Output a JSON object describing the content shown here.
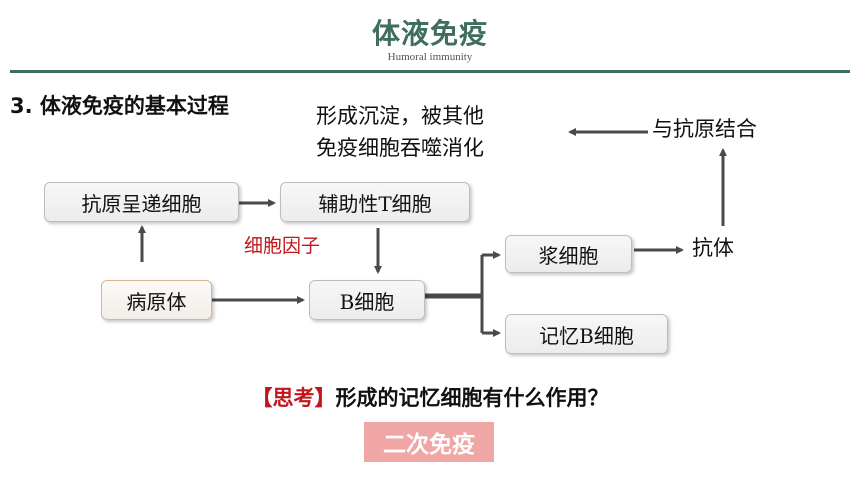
{
  "header": {
    "title": "体液免疫",
    "subtitle": "Humoral immunity"
  },
  "section_heading": "3. 体液免疫的基本过程",
  "diagram": {
    "note_line1": "形成沉淀，被其他",
    "note_line2": "免疫细胞吞噬消化",
    "combine_label": "与抗原结合",
    "apc": "抗原呈递细胞",
    "helper_t": "辅助性T细胞",
    "cytokine": "细胞因子",
    "pathogen": "病原体",
    "b_cell": "B细胞",
    "plasma_cell": "浆细胞",
    "memory_b": "记忆B细胞",
    "antibody": "抗体"
  },
  "question": {
    "bracket_label": "【思考】",
    "text": "形成的记忆细胞有什么作用？"
  },
  "answer": "二次免疫",
  "colors": {
    "title": "#3f6e5e",
    "accent_red": "#c0161c",
    "arrow": "#4a4a4a",
    "answer_bg": "#f1a6a6"
  }
}
